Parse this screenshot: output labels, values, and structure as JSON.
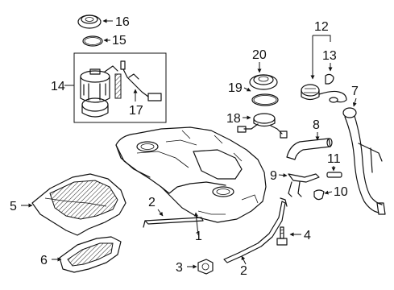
{
  "callouts": {
    "c1": "1",
    "c2a": "2",
    "c2b": "2",
    "c3": "3",
    "c4": "4",
    "c5": "5",
    "c6": "6",
    "c7": "7",
    "c8": "8",
    "c9": "9",
    "c10": "10",
    "c11": "11",
    "c12": "12",
    "c13": "13",
    "c14": "14",
    "c15": "15",
    "c16": "16",
    "c17": "17",
    "c18": "18",
    "c19": "19",
    "c20": "20"
  },
  "parts": [
    {
      "id": "c1",
      "name": "fuel-tank"
    },
    {
      "id": "c2",
      "name": "tank-strap"
    },
    {
      "id": "c3",
      "name": "nut"
    },
    {
      "id": "c4",
      "name": "bolt"
    },
    {
      "id": "c5",
      "name": "heat-shield-front"
    },
    {
      "id": "c6",
      "name": "heat-shield-rear"
    },
    {
      "id": "c7",
      "name": "filler-neck"
    },
    {
      "id": "c8",
      "name": "filler-hose"
    },
    {
      "id": "c9",
      "name": "vent-tube"
    },
    {
      "id": "c10",
      "name": "clamp"
    },
    {
      "id": "c11",
      "name": "hose"
    },
    {
      "id": "c12",
      "name": "fuel-cap-assembly"
    },
    {
      "id": "c13",
      "name": "cap-tether"
    },
    {
      "id": "c14",
      "name": "fuel-pump-module"
    },
    {
      "id": "c15",
      "name": "gasket"
    },
    {
      "id": "c16",
      "name": "lock-ring"
    },
    {
      "id": "c17",
      "name": "fuel-level-sender"
    },
    {
      "id": "c18",
      "name": "sub-sender"
    },
    {
      "id": "c19",
      "name": "seal"
    },
    {
      "id": "c20",
      "name": "retainer-ring"
    }
  ]
}
